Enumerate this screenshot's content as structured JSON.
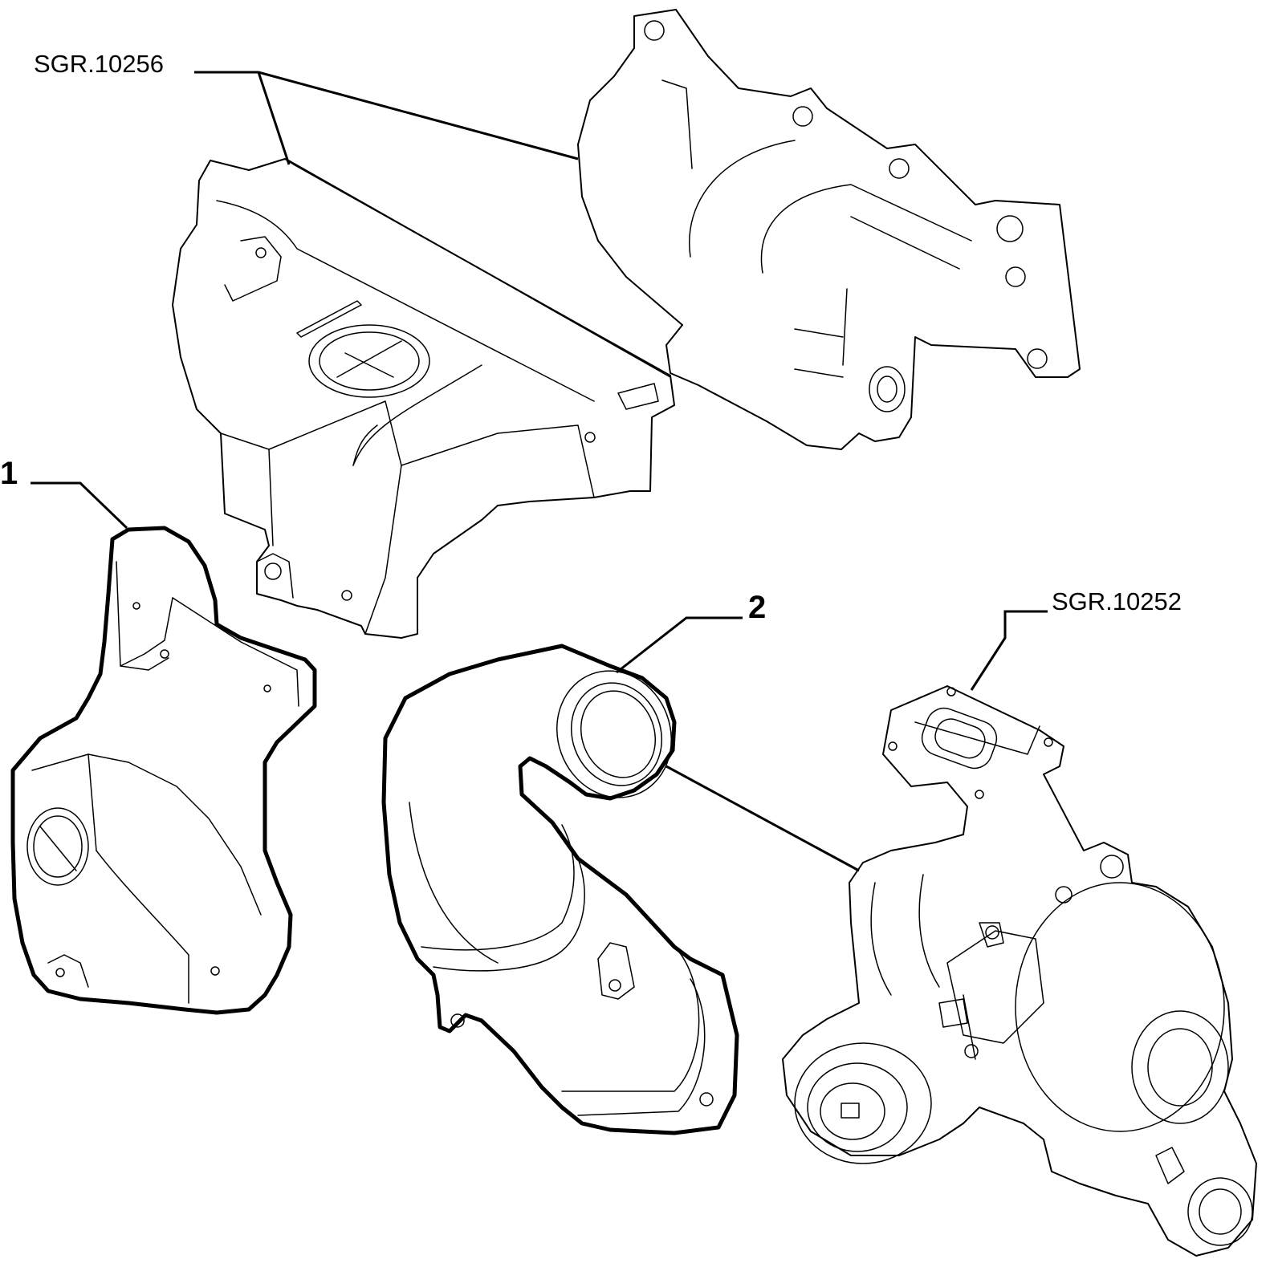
{
  "callouts": {
    "ref_manifold": "SGR.10256",
    "ref_turbo": "SGR.10252",
    "item_1": "1",
    "item_2": "2"
  },
  "colors": {
    "line": "#000000",
    "background": "#ffffff"
  }
}
